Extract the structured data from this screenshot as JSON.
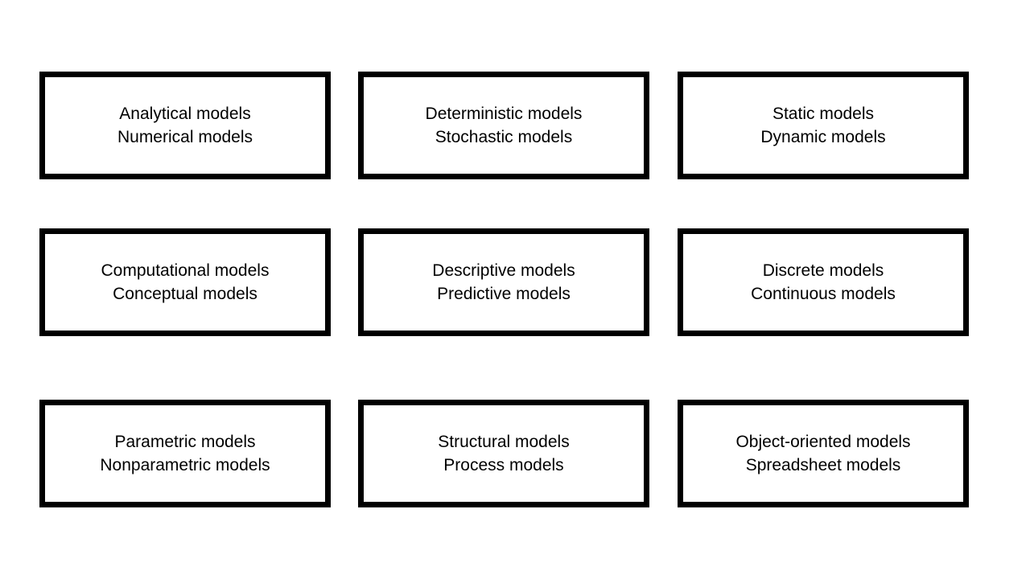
{
  "boxes": [
    {
      "line1": "Analytical models",
      "line2": "Numerical models"
    },
    {
      "line1": "Deterministic models",
      "line2": "Stochastic models"
    },
    {
      "line1": "Static models",
      "line2": "Dynamic models"
    },
    {
      "line1": "Computational models",
      "line2": "Conceptual models"
    },
    {
      "line1": "Descriptive models",
      "line2": "Predictive models"
    },
    {
      "line1": "Discrete models",
      "line2": "Continuous models"
    },
    {
      "line1": "Parametric models",
      "line2": "Nonparametric models"
    },
    {
      "line1": "Structural models",
      "line2": "Process models"
    },
    {
      "line1": "Object-oriented models",
      "line2": "Spreadsheet models"
    }
  ]
}
